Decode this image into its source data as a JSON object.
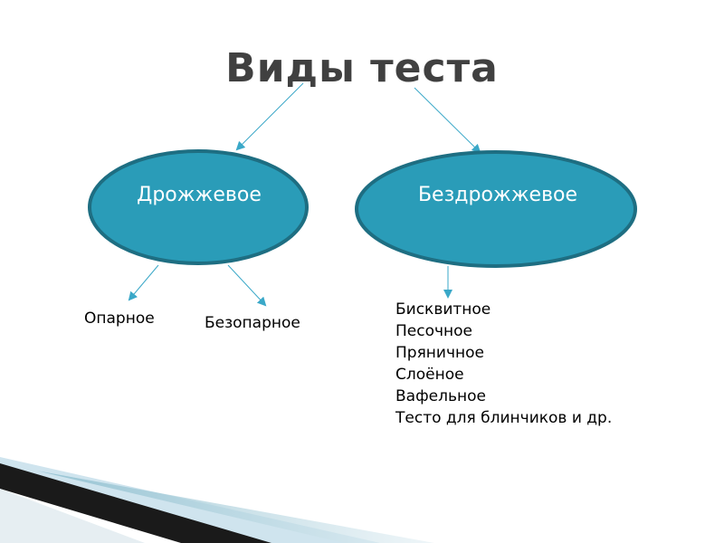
{
  "title": "Виды теста",
  "nodes": {
    "yeast": "Дрожжевое",
    "yeastless": "Бездрожжевое"
  },
  "leaves": {
    "oparnoe": "Опарное",
    "bezoparnoe": "Безопарное",
    "yeastless_types": [
      "Бисквитное",
      "Песочное",
      "Пряничное",
      "Слоёное",
      "Вафельное",
      "Тесто для блинчиков и др."
    ]
  },
  "colors": {
    "ellipse_fill": "#2a9cb8",
    "ellipse_border": "#1e6e82",
    "arrow": "#3aa8c8",
    "title": "#404040"
  }
}
